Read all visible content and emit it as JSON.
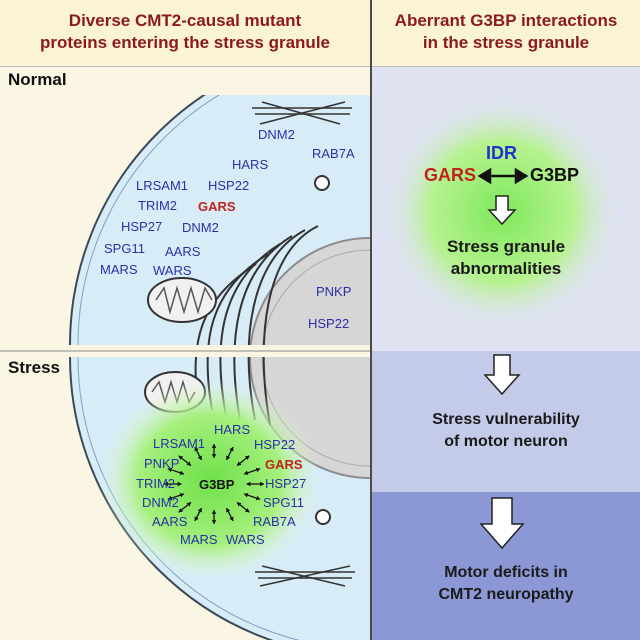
{
  "left_header": {
    "line1": "Diverse CMT2-causal mutant",
    "line2": "proteins entering the stress granule"
  },
  "right_header": {
    "line1": "Aberrant G3BP interactions",
    "line2": "in the stress granule"
  },
  "normal": {
    "label": "Normal",
    "proteins": [
      "DNM2",
      "RAB7A",
      "HARS",
      "LRSAM1",
      "HSP22",
      "TRIM2",
      "GARS",
      "HSP27",
      "DNM2",
      "SPG11",
      "AARS",
      "MARS",
      "WARS",
      "PNKP",
      "HSP22"
    ]
  },
  "stress": {
    "label": "Stress",
    "center": "G3BP",
    "proteins": [
      "HARS",
      "LRSAM1",
      "HSP22",
      "PNKP",
      "GARS",
      "TRIM2",
      "HSP27",
      "DNM2",
      "SPG11",
      "AARS",
      "RAB7A",
      "MARS",
      "WARS"
    ]
  },
  "right": {
    "idr": "IDR",
    "gars": "GARS",
    "g3bp": "G3BP",
    "abnormal_line1": "Stress granule",
    "abnormal_line2": "abnormalities",
    "vuln_line1": "Stress vulnerability",
    "vuln_line2": "of motor neuron",
    "deficit_line1": "Motor deficits in",
    "deficit_line2": "CMT2 neuropathy"
  },
  "colors": {
    "header_red": "#8b1a1a",
    "protein_blue": "#2b2fa8",
    "highlight_red": "#c0241c",
    "idr_blue": "#2233cc",
    "granule_green": "#7fe35a"
  }
}
